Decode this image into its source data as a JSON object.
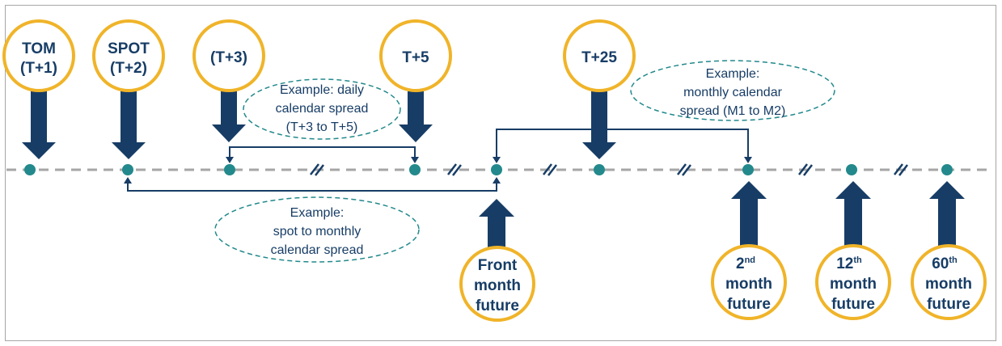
{
  "colors": {
    "navy": "#173d66",
    "teal": "#23898c",
    "gold": "#f0b429",
    "dash": "#a6a6a6"
  },
  "top_labels": {
    "tom": [
      "TOM",
      "(T+1)"
    ],
    "spot": [
      "SPOT",
      "(T+2)"
    ],
    "t3": [
      "(T+3)"
    ],
    "t5": [
      "T+5"
    ],
    "t25": [
      "T+25"
    ]
  },
  "bottom_labels": {
    "front": [
      "Front",
      "month",
      "future"
    ],
    "second": {
      "num": "2",
      "sup": "nd",
      "lines": [
        "month",
        "future"
      ]
    },
    "twelfth": {
      "num": "12",
      "sup": "th",
      "lines": [
        "month",
        "future"
      ]
    },
    "sixtieth": {
      "num": "60",
      "sup": "th",
      "lines": [
        "month",
        "future"
      ]
    }
  },
  "examples": {
    "daily": [
      "Example: daily",
      "calendar spread",
      "(T+3 to T+5)"
    ],
    "monthly": [
      "Example:",
      "monthly calendar",
      "spread (M1 to M2)"
    ],
    "spot_monthly": [
      "Example:",
      "spot to monthly",
      "calendar spread"
    ]
  },
  "break_symbol": "//"
}
